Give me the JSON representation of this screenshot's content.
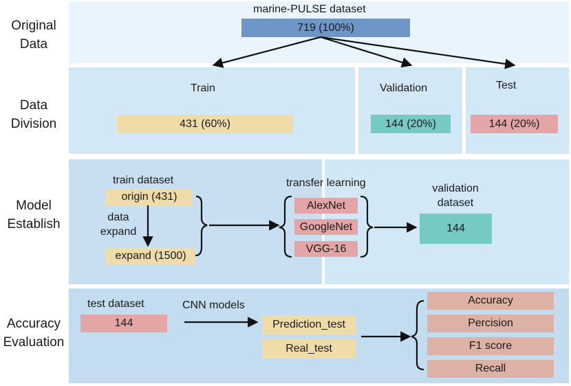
{
  "stages": {
    "original": [
      "Original",
      "Data"
    ],
    "division": [
      "Data",
      "Division"
    ],
    "model": [
      "Model",
      "Establish"
    ],
    "accuracy": [
      "Accuracy",
      "Evaluation"
    ]
  },
  "original": {
    "title": "marine-PULSE dataset",
    "total": "719 (100%)"
  },
  "division": {
    "train_label": "Train",
    "train_value": "431 (60%)",
    "validation_label": "Validation",
    "validation_value": "144 (20%)",
    "test_label": "Test",
    "test_value": "144 (20%)"
  },
  "model": {
    "train_dataset_label": "train dataset",
    "origin": "origin (431)",
    "expand_label": [
      "data",
      "expand"
    ],
    "expand": "expand (1500)",
    "transfer_label": "transfer learning",
    "models": [
      "AlexNet",
      "GoogleNet",
      "VGG-16"
    ],
    "validation_label": [
      "validation",
      "dataset"
    ],
    "validation_value": "144"
  },
  "evaluation": {
    "test_label": "test dataset",
    "test_value": "144",
    "cnn_label": "CNN models",
    "prediction": "Prediction_test",
    "real": "Real_test",
    "metrics": [
      "Accuracy",
      "Percision",
      "F1 score",
      "Recall"
    ]
  },
  "colors": {
    "panel_light": "#e9f4fc",
    "panel_mid": "#d3e8f6",
    "panel_deep": "#c3dcf0",
    "train_box": "#f0dca8",
    "validation_box": "#76cac4",
    "test_box": "#e3a5a5",
    "total_box": "#6e96c8",
    "metric_box": "#ddb1a6"
  }
}
